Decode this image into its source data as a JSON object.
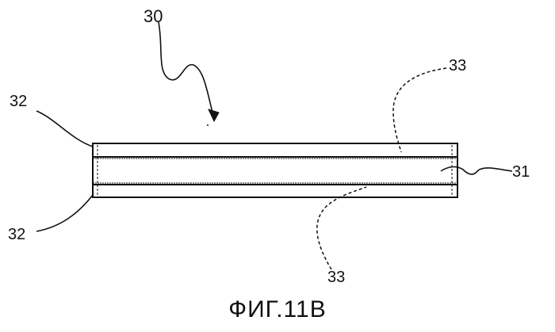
{
  "figure": {
    "caption": "ФИГ.11В",
    "labels": {
      "assembly": "30",
      "layer_edge_top": "32",
      "layer_edge_bottom": "32",
      "dashed_top": "33",
      "dashed_bottom": "33",
      "core": "31"
    }
  },
  "colors": {
    "ink": "#111111",
    "background": "#ffffff"
  }
}
